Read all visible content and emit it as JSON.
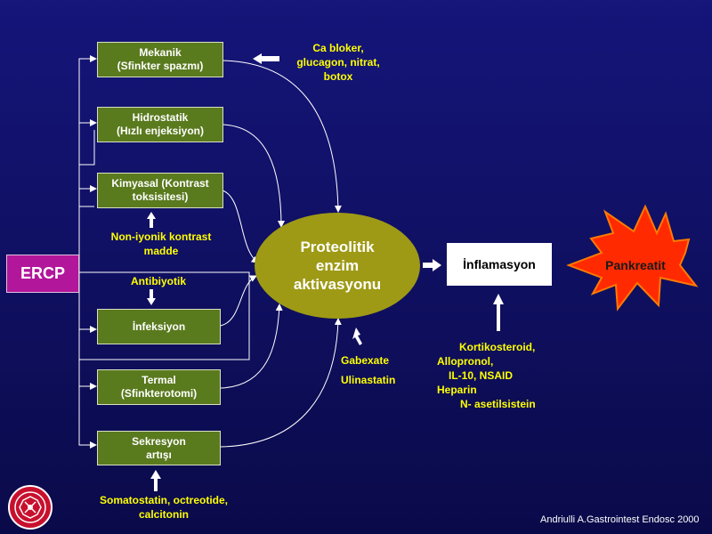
{
  "ercp": "ERCP",
  "causes": [
    {
      "line1": "Mekanik",
      "line2": "(Sfinkter spazmı)"
    },
    {
      "line1": "Hidrostatik",
      "line2": "(Hızlı enjeksiyon)"
    },
    {
      "line1": "Kimyasal (Kontrast",
      "line2": "toksisitesi)"
    },
    {
      "line1": "İnfeksiyon",
      "line2": ""
    },
    {
      "line1": "Termal",
      "line2": "(Sfinkterotomi)"
    },
    {
      "line1": "Sekresyon",
      "line2": "artışı"
    }
  ],
  "interventions": {
    "mekanik": [
      "Ca bloker,",
      "glucagon,  nitrat,",
      "botox"
    ],
    "kimyasal": [
      "Non-iyonik kontrast",
      "madde"
    ],
    "infeksiyon": "Antibiyotik",
    "sekresyon": [
      "Somatostatin, octreotide,",
      "calcitonin"
    ],
    "enzim": [
      "Gabexate",
      "Ulinastatin"
    ],
    "inflamasyon": [
      "Kortikosteroid,",
      "Allopronol,",
      "IL-10,  NSAID",
      "Heparin",
      "N- asetilsistein"
    ]
  },
  "center": [
    "Proteolitik",
    "enzim",
    "aktivasyonu"
  ],
  "inflammation": "İnflamasyon",
  "pancreatitis": "Pankreatit",
  "citation": "Andriulli A.Gastrointest Endosc 2000",
  "colors": {
    "cause_box": "#5a7a1e",
    "ercp_box": "#b2169a",
    "ellipse": "#9e9a15",
    "burst": "#ff2a00",
    "intervention_text": "#ffff00",
    "background": "#0f0f64"
  }
}
